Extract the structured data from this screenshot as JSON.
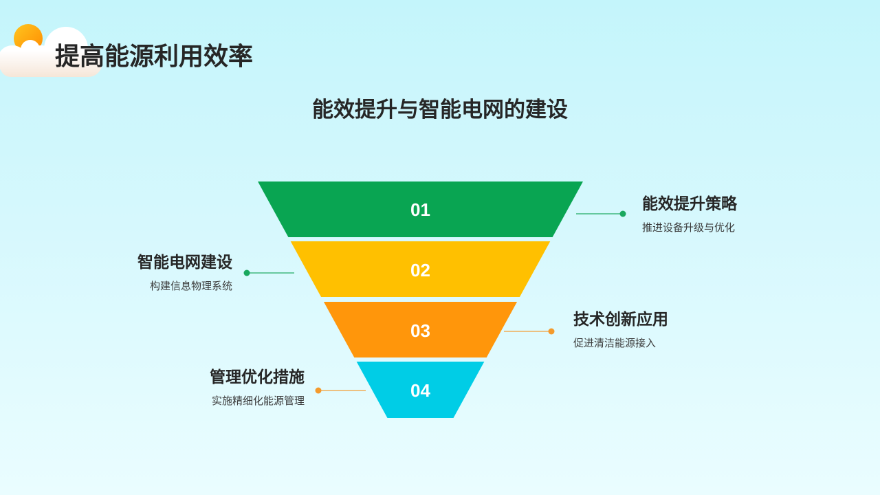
{
  "slide": {
    "title": "提高能源利用效率",
    "subtitle": "能效提升与智能电网的建设"
  },
  "decoration": {
    "icons": [
      "sun-icon",
      "cloud-icon"
    ]
  },
  "funnel": {
    "levels": [
      {
        "number": "01",
        "title": "能效提升策略",
        "description": "推进设备升级与优化",
        "color": "#09a552",
        "accent": "#1aa85e"
      },
      {
        "number": "02",
        "title": "智能电网建设",
        "description": "构建信息物理系统",
        "color": "#ffc000",
        "accent": "#1aa85e"
      },
      {
        "number": "03",
        "title": "技术创新应用",
        "description": "促进清洁能源接入",
        "color": "#ff960b",
        "accent": "#f49a2c"
      },
      {
        "number": "04",
        "title": "管理优化措施",
        "description": "实施精细化能源管理",
        "color": "#00cde6",
        "accent": "#f49a2c"
      }
    ]
  }
}
